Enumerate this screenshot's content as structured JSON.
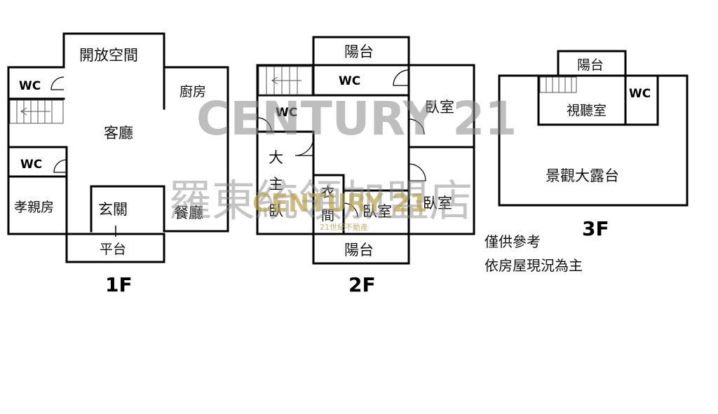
{
  "floors": {
    "f1": {
      "label": "1F",
      "rooms": {
        "open_space": "開放空間",
        "wc_top": "WC",
        "kitchen": "廚房",
        "living": "客廳",
        "wc_bottom": "WC",
        "elder_room": "孝親房",
        "foyer": "玄關",
        "dining": "餐廳",
        "platform": "平台"
      }
    },
    "f2": {
      "label": "2F",
      "rooms": {
        "balcony_top": "陽台",
        "wc_center": "WC",
        "bedroom_right": "臥室",
        "wc_left": "WC",
        "master_bedroom": [
          "大",
          "主",
          "臥"
        ],
        "closet": [
          "衣",
          "間"
        ],
        "bedroom_center": "臥室",
        "bedroom_right2": "臥室",
        "balcony_bottom": "陽台"
      }
    },
    "f3": {
      "label": "3F",
      "rooms": {
        "balcony": "陽台",
        "wc": "WC",
        "av_room": "視聽室",
        "terrace": "景觀大露台"
      }
    }
  },
  "notes": [
    "僅供參考",
    "依房屋現況為主"
  ],
  "watermark": {
    "brand": "CENTURY 21",
    "store": "羅東統領加盟店",
    "logo_brand": "CENTURY 21",
    "logo_sub": "21世紀不動產"
  }
}
